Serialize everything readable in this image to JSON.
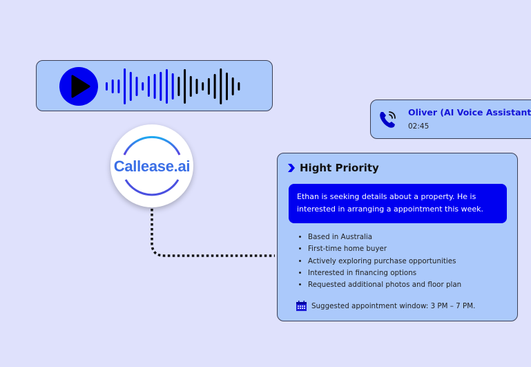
{
  "player": {
    "play_icon": "play-icon",
    "colors": {
      "played": "#0000f0",
      "unplayed": "#000000"
    }
  },
  "call": {
    "icon": "phone-ringing-icon",
    "name": "Oliver (AI Voice Assistant)",
    "duration": "02:45"
  },
  "logo": {
    "text": "Callease.ai"
  },
  "priority": {
    "icon": "chevron-right-icon",
    "title": "Hight Priority",
    "summary": "Ethan is seeking details about a property. He is interested in arranging a appointment this week.",
    "bullets": [
      "Based in Australia",
      "First-time home buyer",
      "Actively exploring purchase opportunities",
      "Interested in financing options",
      "Requested additional photos and floor plan"
    ],
    "suggestion_icon": "calendar-icon",
    "suggestion": "Suggested appointment window: 3 PM – 7 PM."
  },
  "colors": {
    "accent": "#0000f0",
    "card": "#abc9fb",
    "background": "#dfe1fc"
  }
}
